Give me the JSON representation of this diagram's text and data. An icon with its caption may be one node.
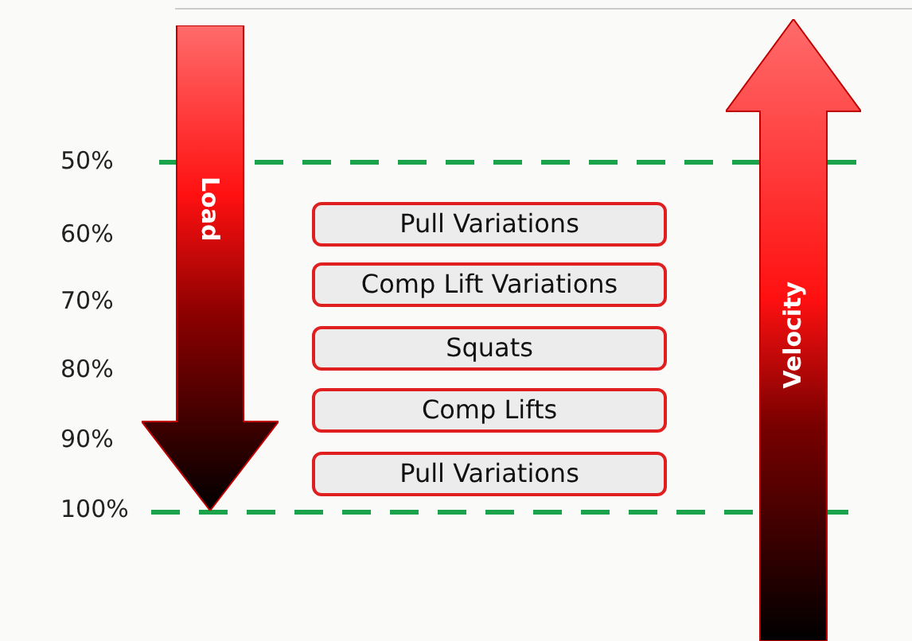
{
  "diagram": {
    "nodes": [
      {
        "text": [
          "Load"
        ]
      },
      {
        "text": [
          "Pull Variations"
        ]
      },
      {
        "text": [
          "Comp Lift Variations"
        ]
      },
      {
        "text": [
          "Squats"
        ]
      },
      {
        "text": [
          "Comp Lifts"
        ]
      },
      {
        "text": [
          "Pull Variations"
        ]
      },
      {
        "text": [
          "Velocity"
        ]
      }
    ],
    "labels": [
      "50%",
      "60%",
      "70%",
      "80%",
      "90%",
      "100%"
    ]
  }
}
